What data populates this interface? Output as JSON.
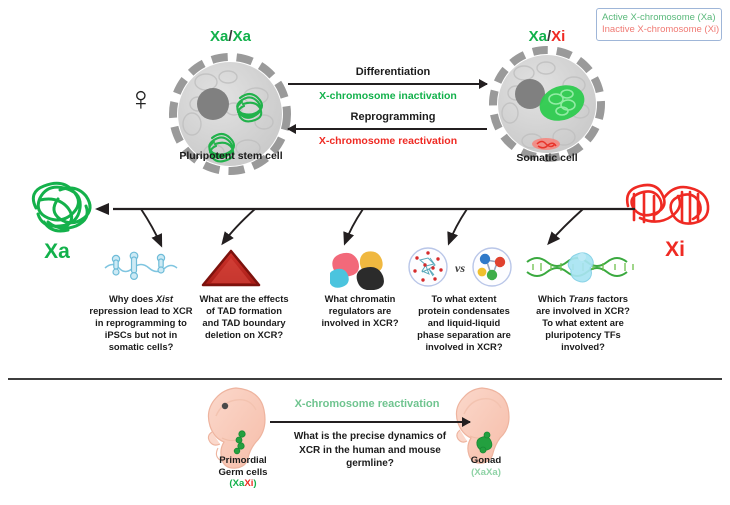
{
  "legend": {
    "active_label": "Active X-chromosome (Xa)",
    "inactive_label": "Inactive X-chromosome (Xi)",
    "border_color": "#9fb6d8",
    "active_color": "#59b87a",
    "inactive_color": "#f07a74"
  },
  "top_panel": {
    "female_symbol": "♀",
    "left_cell": {
      "genotype_first": "Xa",
      "genotype_sep": "/",
      "genotype_second": "Xa",
      "caption": "Pluripotent stem cell"
    },
    "right_cell": {
      "genotype_first": "Xa",
      "genotype_sep": "/",
      "genotype_second": "Xi",
      "caption": "Somatic cell"
    },
    "forward_arrow": {
      "title": "Differentiation",
      "subtitle": "X-chromosome inactivation",
      "subtitle_color": "#12b14b"
    },
    "reverse_arrow": {
      "title": "Reprogramming",
      "subtitle": "X-chromosome reactivation",
      "subtitle_color": "#ef2a23"
    }
  },
  "middle_panel": {
    "left_chromosome_label": "Xa",
    "left_chromosome_color": "#12b14b",
    "right_chromosome_label": "Xi",
    "right_chromosome_color": "#ef2a23",
    "vs_label": "vs",
    "questions": [
      {
        "icon": "nucleosome-chromatin-icon",
        "line1": "Why does ",
        "italic1": "Xist",
        "line2": "repression lead to XCR",
        "line3": "in reprogramming to",
        "line4": "iPSCs but not in",
        "line5": "somatic cells?"
      },
      {
        "icon": "tad-triangle-icon",
        "line1": "What are the effects",
        "line2": "of TAD formation",
        "line3": "and TAD boundary",
        "line4": "deletion on XCR?"
      },
      {
        "icon": "chromatin-regulators-icon",
        "line1": "What chromatin",
        "line2": "regulators are",
        "line3": "involved in XCR?"
      },
      {
        "icon": "protein-condensate-icon",
        "line1": "To what extent",
        "line2": "protein condensates",
        "line3": "and liquid-liquid",
        "line4": "phase separation are",
        "line5": "involved in XCR?"
      },
      {
        "icon": "transcription-factor-dna-icon",
        "line1": "Which ",
        "italic1": "Trans",
        "line1b": " factors",
        "line2": "are involved in XCR?",
        "line3": "To what extent are",
        "line4": "pluripotency TFs",
        "line5": "involved?"
      }
    ]
  },
  "bottom_panel": {
    "arrow_title": "X-chromosome reactivation",
    "arrow_title_color": "#6fc48f",
    "question_line1": "What is the precise dynamics of",
    "question_line2": "XCR in the human and mouse",
    "question_line3": "germline?",
    "left_embryo": {
      "caption_line1": "Primordial",
      "caption_line2": "Germ cells",
      "genotype_open": "(",
      "genotype_xa": "Xa",
      "genotype_xi": "Xi",
      "genotype_close": ")"
    },
    "right_embryo": {
      "caption_line1": "Gonad",
      "genotype": "(XaXa)"
    }
  }
}
